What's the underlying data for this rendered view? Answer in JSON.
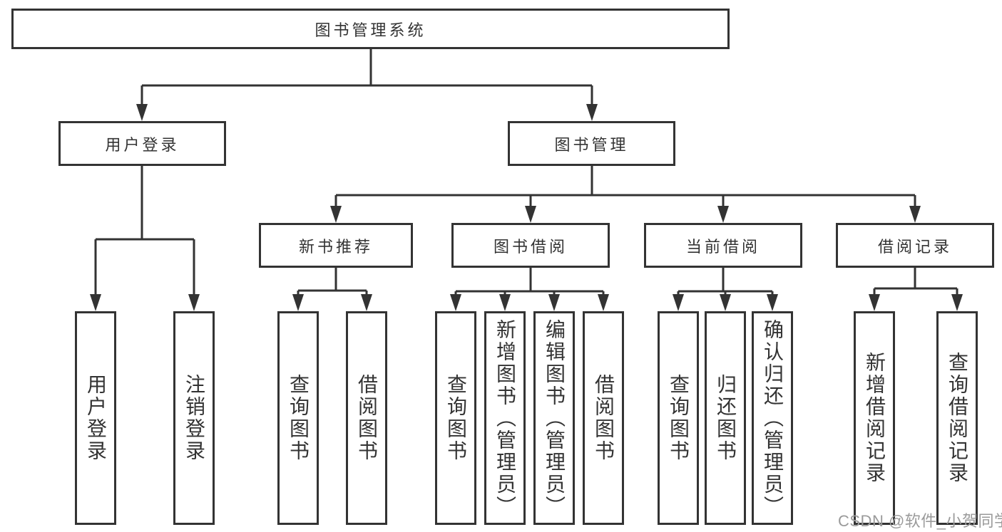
{
  "diagram": {
    "type": "tree",
    "root": {
      "label": "图书管理系统",
      "children": [
        {
          "label": "用户登录",
          "children": [
            {
              "label": "用户登录"
            },
            {
              "label": "注销登录"
            }
          ]
        },
        {
          "label": "图书管理",
          "children": [
            {
              "label": "新书推荐",
              "children": [
                {
                  "label": "查询图书"
                },
                {
                  "label": "借阅图书"
                }
              ]
            },
            {
              "label": "图书借阅",
              "children": [
                {
                  "label": "查询图书"
                },
                {
                  "label": "新增图书（管理员）"
                },
                {
                  "label": "编辑图书（管理员）"
                },
                {
                  "label": "借阅图书"
                }
              ]
            },
            {
              "label": "当前借阅",
              "children": [
                {
                  "label": "查询图书"
                },
                {
                  "label": "归还图书"
                },
                {
                  "label": "确认归还（管理员）"
                }
              ]
            },
            {
              "label": "借阅记录",
              "children": [
                {
                  "label": "新增借阅记录"
                },
                {
                  "label": "查询借阅记录"
                }
              ]
            }
          ]
        }
      ]
    }
  },
  "watermark": {
    "text": "CSDN @软件_小贺同学"
  },
  "colors": {
    "line": "#333333",
    "box_border": "#333333",
    "text": "#333333",
    "watermark": "#9a9a9a",
    "background": "#ffffff"
  }
}
